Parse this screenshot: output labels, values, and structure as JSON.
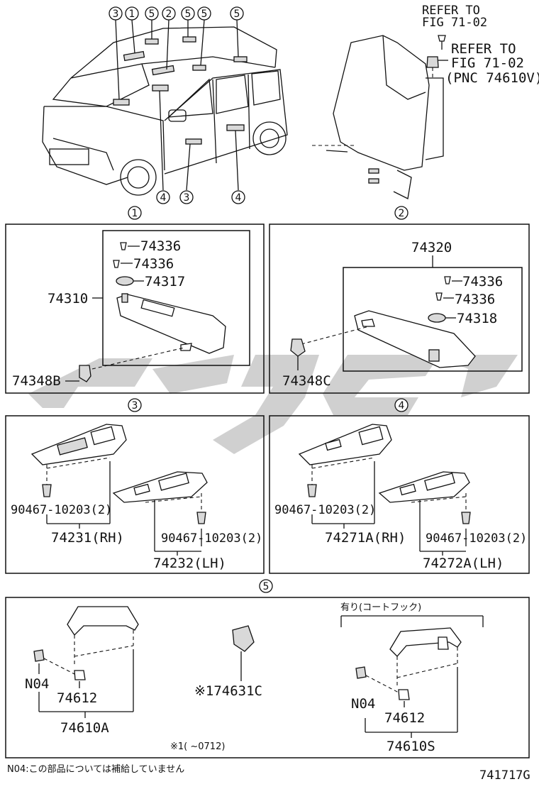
{
  "refer_top": {
    "line1": "REFER TO",
    "line2": "FIG 71-02"
  },
  "refer_mid": {
    "line1": "REFER TO",
    "line2": "FIG 71-02",
    "line3": "(PNC 74610V)"
  },
  "car_callouts": {
    "c1": "3",
    "c2": "1",
    "c3": "5",
    "c4": "2",
    "c5": "5",
    "c6": "5",
    "c7": "5",
    "c8": "4",
    "c9": "3",
    "c10": "4"
  },
  "section_labels": {
    "s1": "1",
    "s2": "2",
    "s3": "3",
    "s4": "4",
    "s5": "5"
  },
  "panel1": {
    "pn_74336a": "74336",
    "pn_74336b": "74336",
    "pn_74317": "74317",
    "pn_74310": "74310",
    "pn_74348b": "74348B"
  },
  "panel2": {
    "pn_74320": "74320",
    "pn_74336a": "74336",
    "pn_74336b": "74336",
    "pn_74318": "74318",
    "pn_74348c": "74348C"
  },
  "panel3": {
    "clip_rh": "90467-10203(2)",
    "pn_rh": "74231(RH)",
    "clip_lh": "90467-10203(2)",
    "pn_lh": "74232(LH)"
  },
  "panel4": {
    "clip_rh": "90467-10203(2)",
    "pn_rh": "74271A(RH)",
    "clip_lh": "90467-10203(2)",
    "pn_lh": "74272A(LH)"
  },
  "panel5": {
    "left_n04": "N04",
    "left_74612": "74612",
    "left_74610a": "74610A",
    "mid_74631c": "※174631C",
    "note_date": "※1(     ~0712)",
    "right_header": "有り(コートフック)",
    "right_n04": "N04",
    "right_74612": "74612",
    "right_74610s": "74610S"
  },
  "footnote": "N04:この部品については補給していません",
  "figure_code": "741717G",
  "watermark_color": "#c8c8c8"
}
